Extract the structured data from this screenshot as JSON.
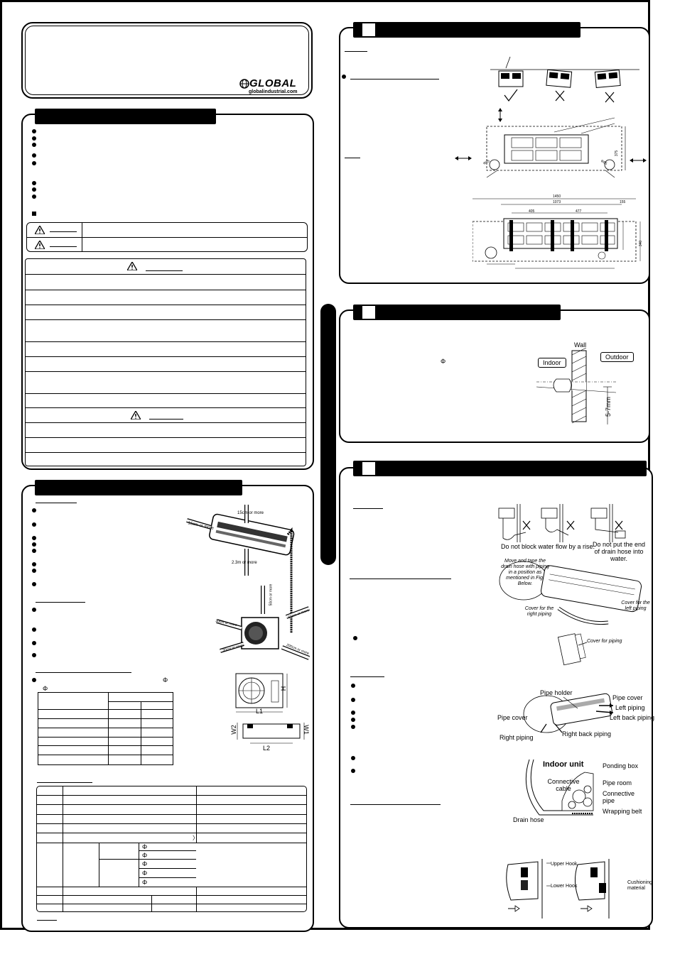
{
  "brand": {
    "logo_word": "GLOBAL",
    "logo_url": "globalindustrial.com"
  },
  "drain_wall": {
    "wall": "Wall",
    "indoor": "Indoor",
    "outdoor": "Outdoor",
    "slope": "5-7mm",
    "phi": "Φ"
  },
  "drain_tips": {
    "no_rise": "Do not block water flow by a rise.",
    "no_water": "Do not put the end of drain hose into water."
  },
  "tape_note": {
    "callout": "Move and tape the drain hose with piping in a position as mentioned in Fig. Below.",
    "cover_right": "Cover for the right piping",
    "cover_left": "Cover for the left piping",
    "cover_piping": "Cover for piping"
  },
  "pipe_dir": {
    "pipe_holder": "Pipe holder",
    "pipe_cover_top": "Pipe cover",
    "left_piping": "Left piping",
    "left_back_piping": "Left back piping",
    "pipe_cover_left": "Pipe cover",
    "right_piping": "Right piping",
    "right_back_piping": "Right back piping"
  },
  "indoor_section": {
    "title": "Indoor unit",
    "ponding_box": "Ponding box",
    "connective_cable": "Connective cable",
    "pipe_room": "Pipe room",
    "connective_pipe": "Connective pipe",
    "drain_hose": "Drain hose",
    "wrapping_belt": "Wrapping belt"
  },
  "hooks": {
    "upper": "Upper Hook",
    "lower": "Lower Hook",
    "cushion": "Cushioning material"
  },
  "clearance": {
    "top": "15cm or more",
    "left": "15cm or more",
    "floor": "2.3m or more",
    "outdoor_top": "50cm or more",
    "outdoor_left": "30cm or more",
    "outdoor_right": "50cm or more",
    "outdoor_bottom": "30cm or more",
    "outdoor_back": "200cm or more"
  },
  "outdoor_dims": {
    "l1": "L1",
    "l2": "L2",
    "h": "H",
    "w1": "W1",
    "w2": "W2"
  },
  "plate_dims": {
    "d1450": "1450",
    "d1073": "1073",
    "d155": "155",
    "d405": "405",
    "d477": "477",
    "d340": "340",
    "d375": "375",
    "d65a": "Φ65",
    "d65b": "Φ65"
  },
  "phi": "Φ",
  "angle": "〉"
}
